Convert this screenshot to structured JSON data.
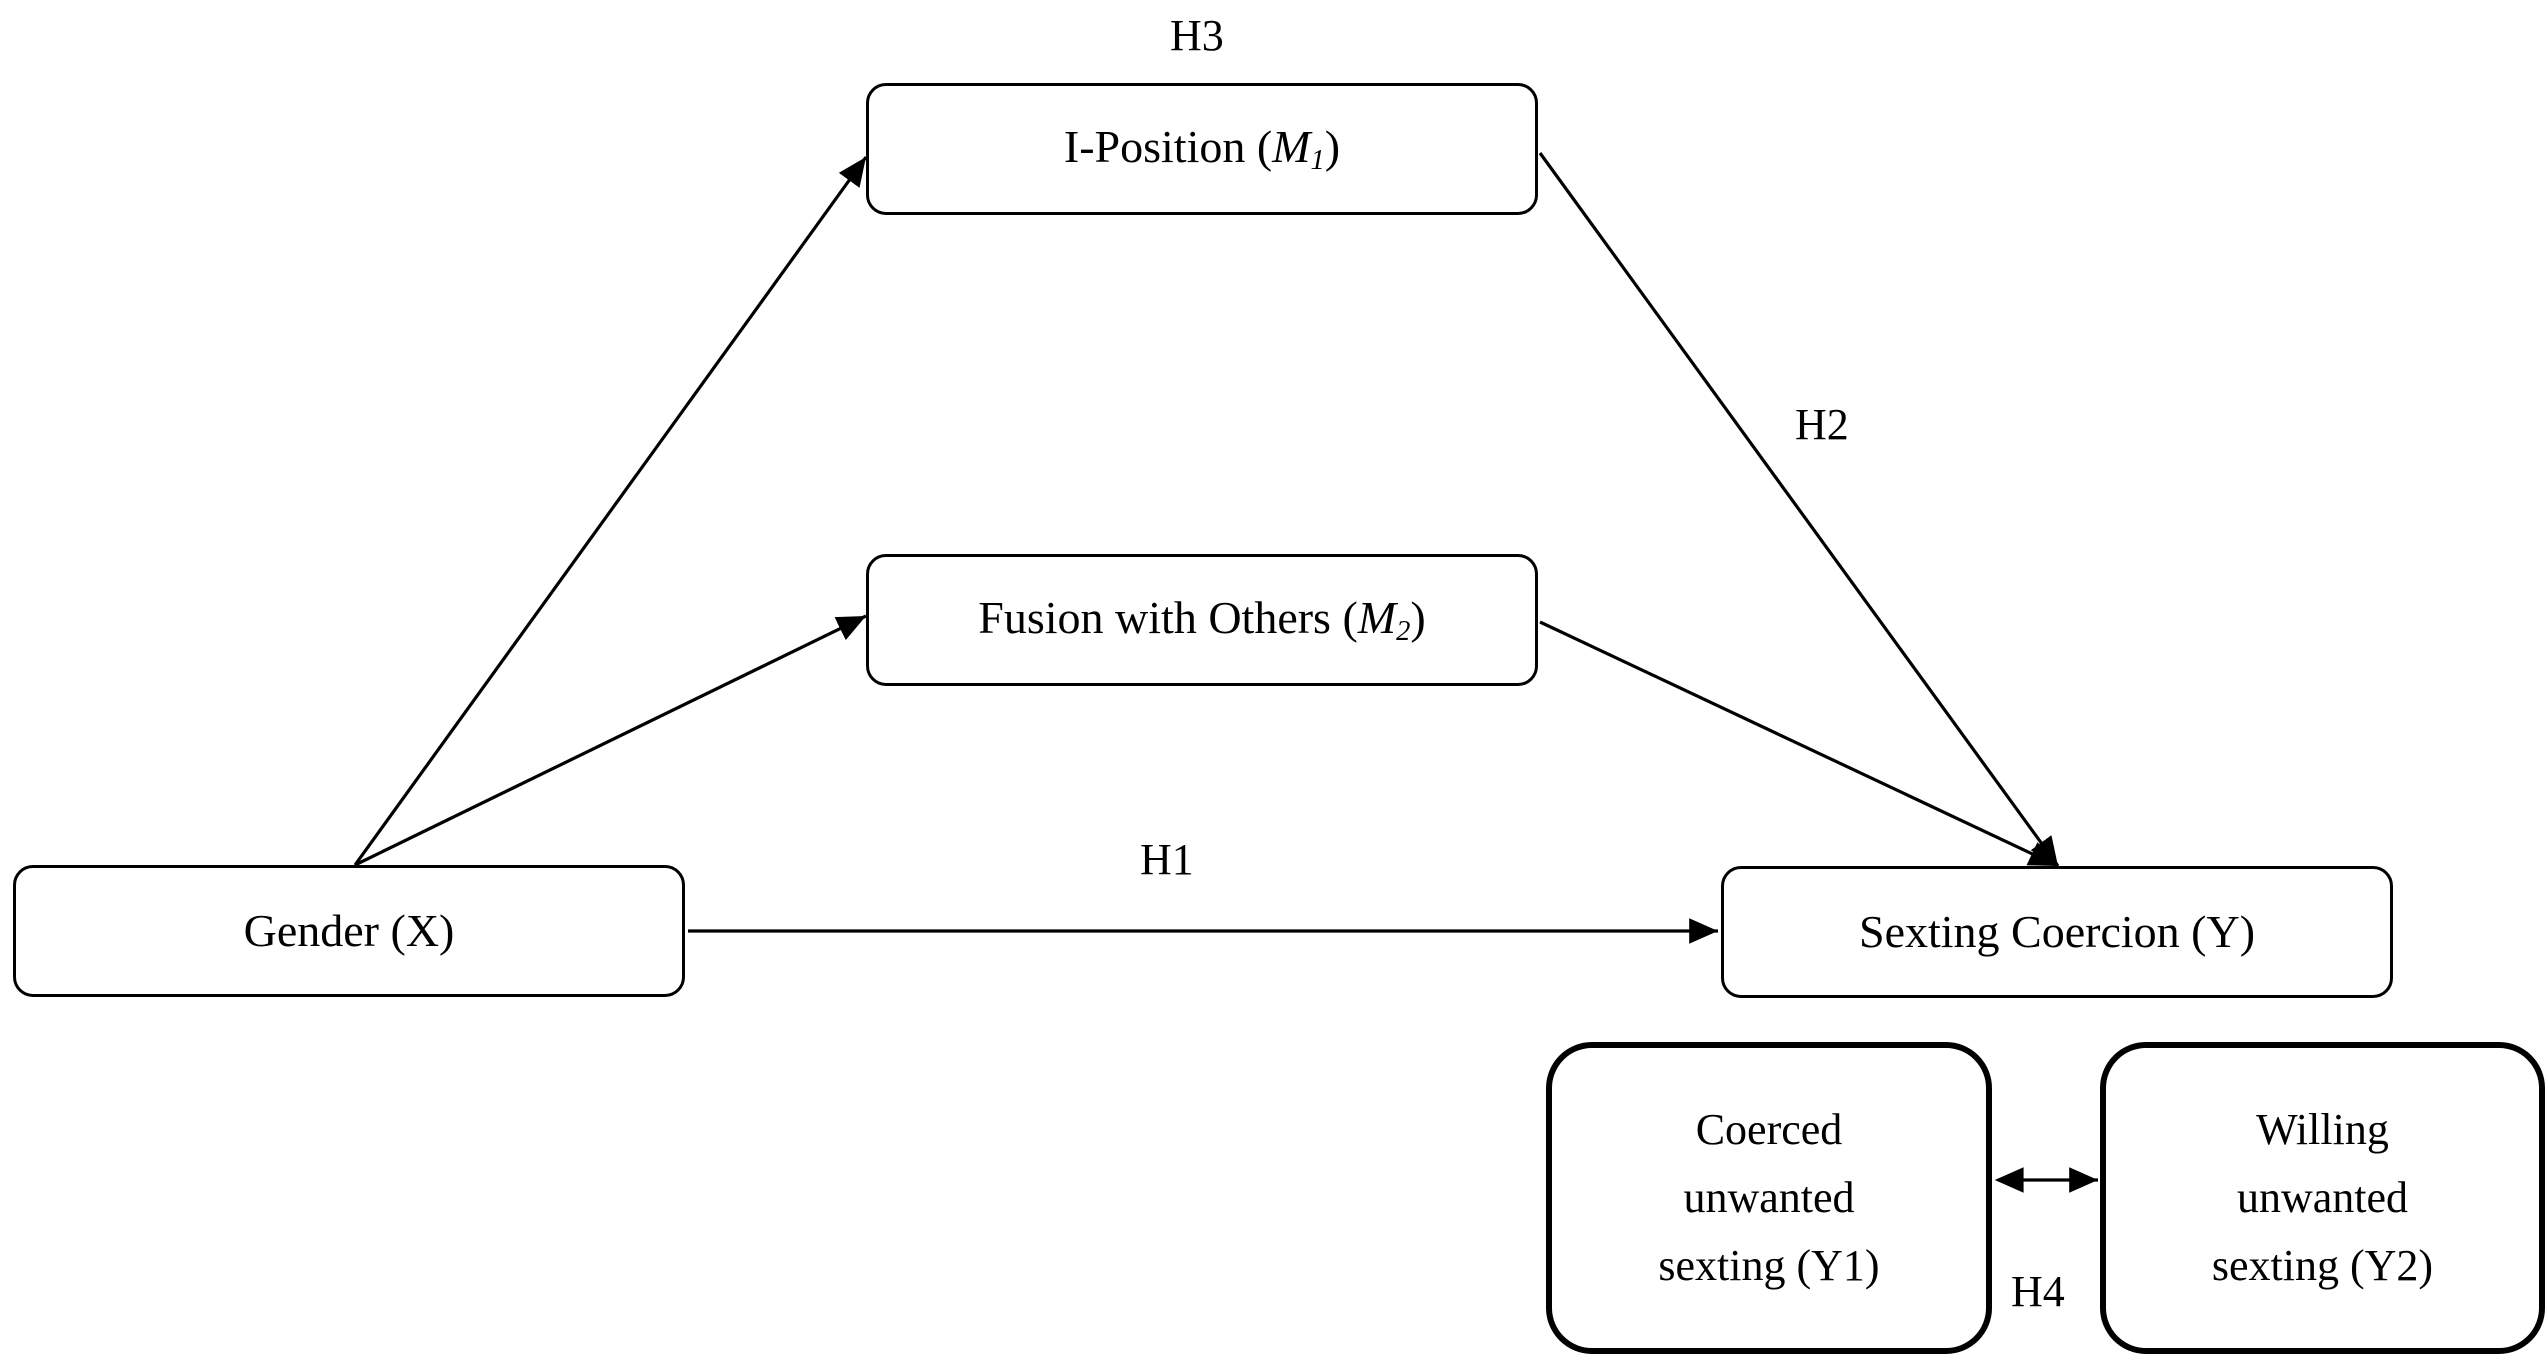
{
  "nodes": {
    "m1": {
      "pre": "I-Position (",
      "var": "M",
      "sub": "1",
      "post": ")"
    },
    "m2": {
      "pre": "Fusion with Others (",
      "var": "M",
      "sub": "2",
      "post": ")"
    },
    "x": {
      "label": "Gender (X)"
    },
    "y": {
      "label": "Sexting Coercion (Y)"
    },
    "y1": {
      "lines": [
        "Coerced",
        "unwanted",
        "sexting (Y1)"
      ]
    },
    "y2": {
      "lines": [
        "Willing",
        "unwanted",
        "sexting (Y2)"
      ]
    }
  },
  "hypotheses": {
    "h1": "H1",
    "h2": "H2",
    "h3": "H3",
    "h4": "H4"
  },
  "edges": [
    {
      "from": "x",
      "to": "m1",
      "directed": true
    },
    {
      "from": "x",
      "to": "m2",
      "directed": true
    },
    {
      "from": "x",
      "to": "y",
      "directed": true
    },
    {
      "from": "m1",
      "to": "y",
      "directed": true
    },
    {
      "from": "m2",
      "to": "y",
      "directed": true
    },
    {
      "from": "y1",
      "to": "y2",
      "directed": "both"
    }
  ]
}
